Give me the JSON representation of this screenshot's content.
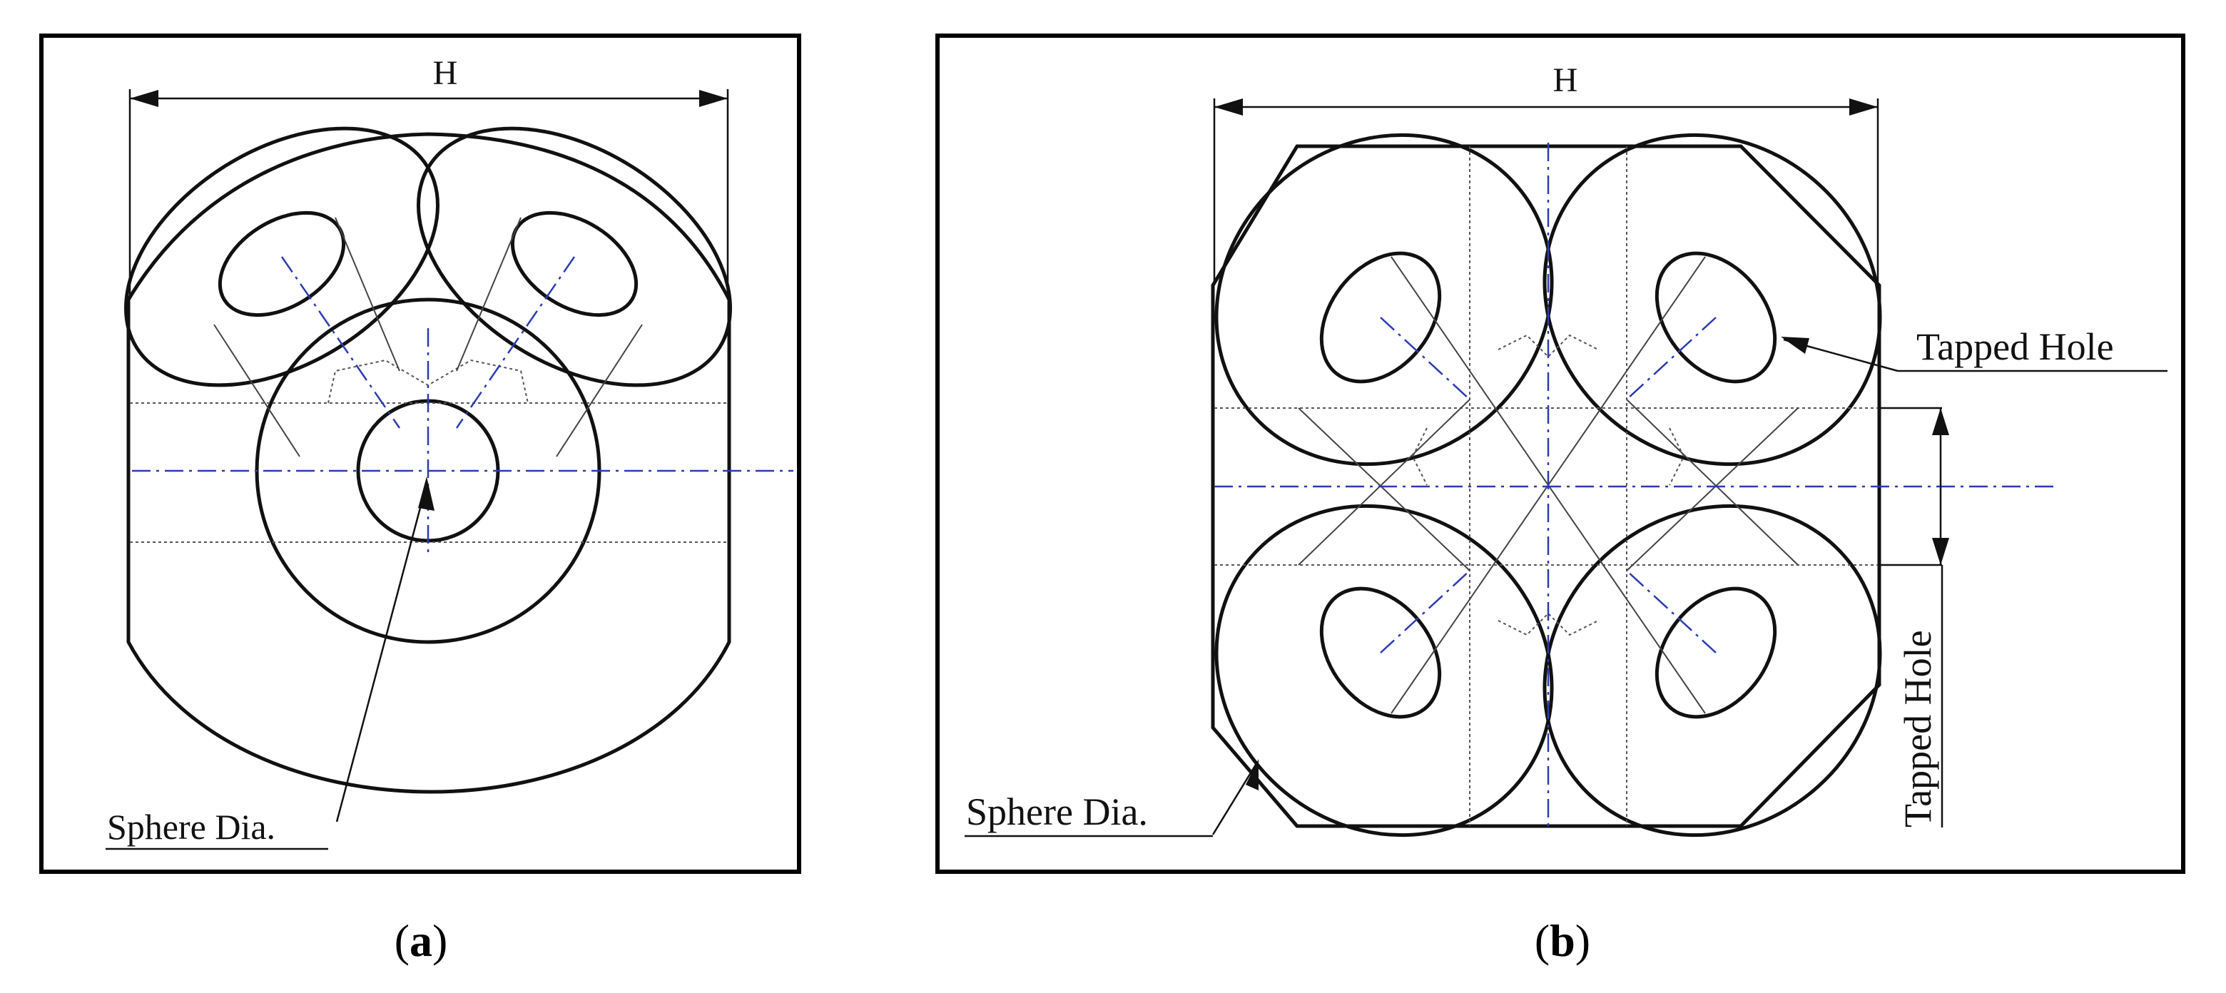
{
  "panel_a": {
    "dimension_label": "H",
    "sphere_label": "Sphere Dia.",
    "caption_open": "(",
    "caption_letter": "a",
    "caption_close": ")"
  },
  "panel_b": {
    "dimension_label": "H",
    "tapped_hole_label": "Tapped Hole",
    "tapped_hole_vertical_label": "Tapped Hole",
    "sphere_label": "Sphere Dia.",
    "caption_open": "(",
    "caption_letter": "b",
    "caption_close": ")"
  },
  "colors": {
    "outline": "#111111",
    "center_line": "#2a3cb0"
  }
}
